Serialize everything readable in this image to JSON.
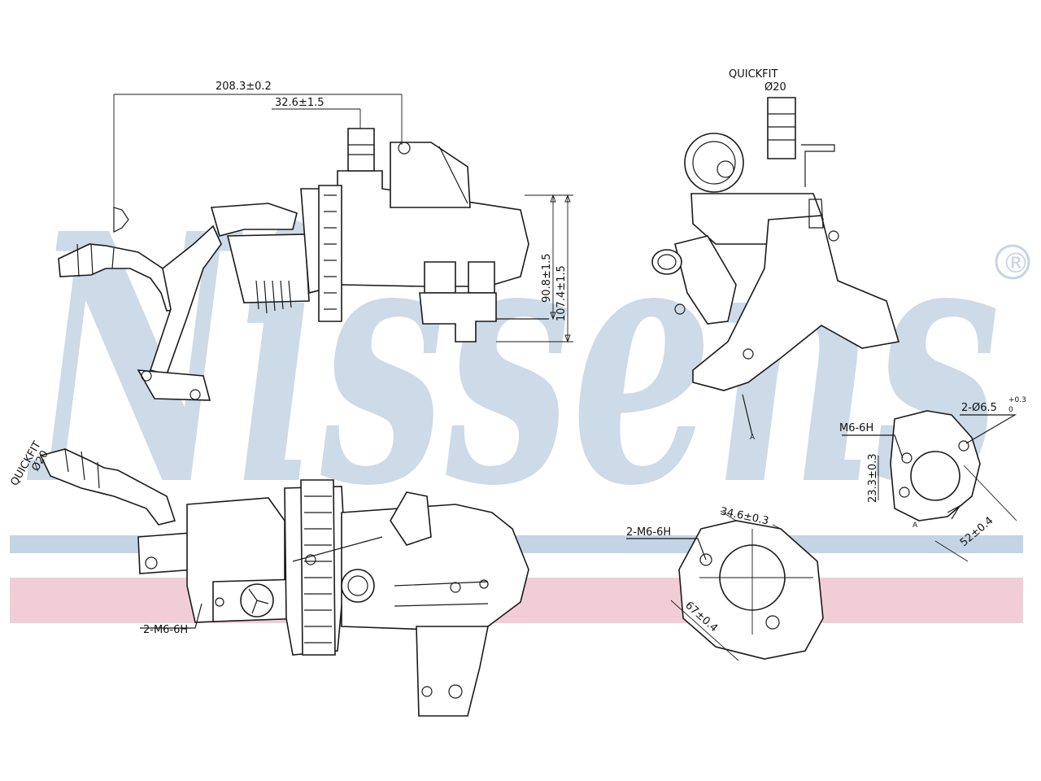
{
  "watermark": {
    "brand": "Nissens",
    "registered_mark": "®",
    "colors": {
      "blue": "#c5d4e4",
      "pink": "#eec6d0"
    }
  },
  "labels": {
    "dim_overall": "208.3±0.2",
    "dim_offset": "32.6±1.5",
    "dim_height_inner": "90.8±1.5",
    "dim_height_outer": "107.4±1.5",
    "quickfit_top": "QUICKFIT",
    "quickfit_top_dia": "Ø20",
    "quickfit_left": "QUICKFIT",
    "quickfit_left_dia": "Ø20",
    "arrow_a1": "A",
    "arrow_a2": "A",
    "thread_left": "2-M6-6H",
    "thread_center": "2-M6-6H",
    "dim_center_34": "34.6±0.3",
    "dim_center_67": "67±0.4",
    "thread_right": "M6-6H",
    "holes_right": "2-Ø6.5",
    "holes_right_tol": "+0.3",
    "holes_right_tol2": "0",
    "dim_right_23": "23.3±0.3",
    "dim_right_52": "52±0.4"
  }
}
